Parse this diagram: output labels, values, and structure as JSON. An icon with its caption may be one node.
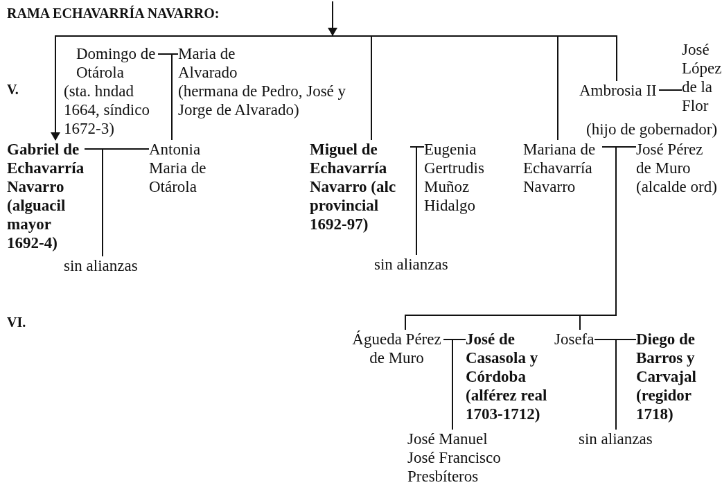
{
  "diagram": {
    "title": "RAMA ECHAVARRÍA NAVARRO:",
    "nodes": [
      {
        "text": [
          "Domingo de Otárola",
          "(sta. hndad 1664, síndico 1672-3)"
        ]
      },
      {
        "text": [
          "Maria de Alvarado",
          "(hermana de Pedro, José y Jorge de Alvarado)"
        ]
      },
      {
        "text": [
          "José López de la Flor"
        ],
        "beside": [
          "(hijo de gobernador)"
        ]
      },
      {
        "text": [
          "Ambrosia II"
        ]
      },
      {
        "text": [
          "Gabriel de Echavarría Navarro (alguacil mayor 1692-4)"
        ]
      },
      {
        "text": [
          "Antonia Maria de Otárola"
        ]
      },
      {
        "text": [
          "Miguel de Echavarría Navarro (alc provincial 1692-97)"
        ]
      },
      {
        "text": [
          "Eugenia Gertrudis Muñoz Hidalgo"
        ]
      },
      {
        "text": [
          "Mariana de Echavarría Navarro"
        ]
      },
      {
        "text": [
          "José Pérez de Muro (alcalde ord)"
        ]
      },
      {
        "text": [
          "sin alianzas"
        ]
      },
      {
        "text": [
          "sin alianzas"
        ]
      },
      {
        "text": [
          "Águeda Pérez de Muro"
        ]
      },
      {
        "text": [
          "José de Casasola y Córdoba (alférez real 1703-1712)"
        ]
      },
      {
        "text": [
          "Josefa"
        ]
      },
      {
        "text": [
          "Diego de Barros y Carvajal (regidor 1718)"
        ]
      },
      {
        "text": [
          "José Manuel",
          "José Francisco",
          "Presbíteros"
        ]
      },
      {
        "text": [
          "sin alianzas"
        ]
      }
    ],
    "edges": [
      {
        "from": null,
        "to": 4,
        "arrow": "to"
      },
      {
        "from": null,
        "to": 6,
        "arrow": "none"
      },
      {
        "from": null,
        "to": 8,
        "arrow": "none"
      },
      {
        "from": null,
        "to": 3,
        "arrow": "none"
      },
      {
        "from": 0,
        "to": 1,
        "arrow": "none"
      },
      {
        "from": 0,
        "to": 5,
        "arrow": "none"
      },
      {
        "from": 1,
        "to": 5,
        "arrow": "none"
      },
      {
        "from": 3,
        "to": 2,
        "arrow": "none"
      },
      {
        "from": 4,
        "to": 5,
        "arrow": "none"
      },
      {
        "from": 4,
        "to": 10,
        "arrow": "none"
      },
      {
        "from": 5,
        "to": 10,
        "arrow": "none"
      },
      {
        "from": 6,
        "to": 7,
        "arrow": "none"
      },
      {
        "from": 6,
        "to": 11,
        "arrow": "none"
      },
      {
        "from": 7,
        "to": 11,
        "arrow": "none"
      },
      {
        "from": 8,
        "to": 9,
        "arrow": "none"
      },
      {
        "from": 8,
        "to": 12,
        "arrow": "none"
      },
      {
        "from": 9,
        "to": 12,
        "arrow": "none"
      },
      {
        "from": 8,
        "to": 14,
        "arrow": "none"
      },
      {
        "from": 9,
        "to": 14,
        "arrow": "none"
      },
      {
        "from": 12,
        "to": 13,
        "arrow": "none"
      },
      {
        "from": 12,
        "to": 16,
        "arrow": "none"
      },
      {
        "from": 13,
        "to": 16,
        "arrow": "none"
      },
      {
        "from": 14,
        "to": 15,
        "arrow": "none"
      },
      {
        "from": 14,
        "to": 17,
        "arrow": "none"
      }
    ],
    "labels": [
      "V.",
      "VI."
    ]
  }
}
